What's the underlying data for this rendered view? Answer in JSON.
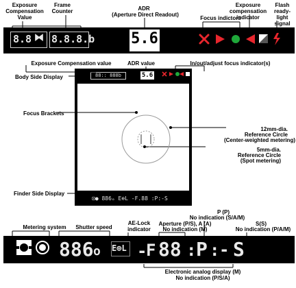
{
  "top": {
    "exp_comp_label": "Exposure Compensation Value",
    "frame_counter_label": "Frame Counter",
    "adr_label": "ADR",
    "adr_sub": "(Aperture Direct Readout)",
    "exp_comp_indicator_label": "Exposure compensation indicator",
    "focus_indicators_label": "Focus indictors",
    "flash_ready_label": "Flash ready-light signal",
    "exp_comp_lcd": "8.8",
    "frame_counter_lcd": "8.8.8.b",
    "adr_value": "5.6"
  },
  "viewfinder": {
    "exp_comp_value_label": "Exposure Compensation value",
    "adr_value_label": "ADR value",
    "focus_indicators_label": "In/out/adjust focus indicator(s)",
    "body_side_label": "Body Side Display",
    "body_side_lcd": "88:: 888b",
    "adr_value": "5.6",
    "focus_brackets_label": "Focus Brackets",
    "ref12_label_1": "12mm-dia.",
    "ref12_label_2": "Reference Circle",
    "ref12_label_3": "(Center-weighted metering)",
    "ref5_label_1": "5mm-dia.",
    "ref5_label_2": "Reference Circle",
    "ref5_label_3": "(Spot metering)",
    "finder_side_label": "Finder Side Display",
    "finder_side_lcd": "⊡● 886ₒ E⊕L -F.88 :P:-S"
  },
  "bottom": {
    "metering_label": "Metering system",
    "shutter_label": "Shutter speed",
    "ae_lock_label": "AE-Lock indicator",
    "aperture_label": "Aperture (P/S), A (A)",
    "aperture_sub": "No indication (M)",
    "p_label": "P (P)",
    "p_sub": "No indication (S/A/M)",
    "s_label": "S(S)",
    "s_sub": "No indication (P/A/M)",
    "analog_label": "Electronic analog display (M)",
    "analog_sub": "No indication (P/S/A)",
    "shutter_lcd": "886",
    "shutter_o": "o",
    "ael_lcd": "E⊕L",
    "dash1": "-",
    "f_lcd": "F",
    "aperture_lcd": "88",
    "p_lcd": "P",
    "dash2": "-",
    "s_lcd": "S"
  },
  "colors": {
    "cross": "#e8262d",
    "triangle": "#e8262d",
    "dot": "#1fa83a",
    "flash": "#e8262d"
  }
}
